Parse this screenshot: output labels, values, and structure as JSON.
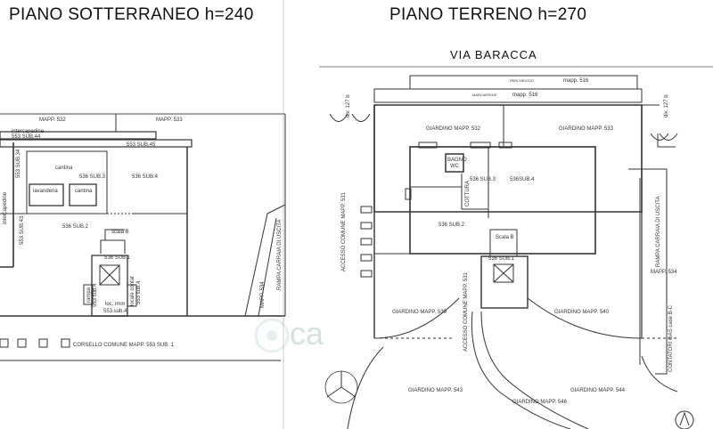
{
  "titles": {
    "basement": "PIANO SOTTERRANEO h=240",
    "ground": "PIANO TERRENO h=270"
  },
  "street": "VIA BARACCA",
  "basement_labels": {
    "mapp532": "MAPP. 532",
    "mapp533": "MAPP. 533",
    "intercapedine": "intercapedine",
    "sub44": "553 SUB.44",
    "sub45": "553 SUB.45",
    "sub34": "553 SUB.34",
    "cantina_top": "cantina",
    "sub3": "536 SUB.3",
    "sub4": "536 SUB.4",
    "lavanderia": "lavanderia",
    "cantina_small": "cantina",
    "intercapedine_v": "intercapedine",
    "sub43": "553 SUB.43",
    "sub2": "536 SUB.2",
    "scala_b": "scala B",
    "sub1": "536 SUB.1",
    "rampa": "RAMPA CARRAIA DI USCITA",
    "mapp534": "MAPP. 534",
    "rampa_v": "rampa",
    "sub4b": "553 sub.4",
    "loc_imm": "loc. imm",
    "sub4c": "553 sub.4",
    "locale_contat": "locale contat",
    "sub4d": "553 sub.4",
    "corsello": "CORSELLO COMUNE MAPP. 553 SUB. 1"
  },
  "ground_labels": {
    "parcheggio": "PARCHEGGIO",
    "mapp516a": "mapp. 516",
    "marciapiede": "MARCIAPIEDE",
    "mapp516b": "mapp. 516",
    "div127b_left": "div. 127 b",
    "div127b_right": "div. 127 b",
    "giardino532": "GIARDINO MAPP. 532",
    "giardino533": "GIARDINO MAPP. 533",
    "bagno": "BAGNO",
    "wc": "WC",
    "sub3": "536 SUB.3",
    "sub4": "536SUB.4",
    "cottura": "COTTURA",
    "accesso531_top": "ACCESSO COMUNE MAPP. 531",
    "sub2": "536 SUB.2",
    "scala_b": "Scala B",
    "sub1": "536 SUB.1",
    "rampa": "RAMPA CARRAIA DI USCITA",
    "mapp534": "MAPP. 534",
    "giardino539": "GIARDINO MAPP. 539",
    "accesso531_bottom": "ACCESSO COMUNE MAPP. 531",
    "giardino540": "GIARDINO MAPP. 540",
    "contatori": "CONTATORI GAS case B-C",
    "giardino543": "GIARDINO MAPP. 543",
    "giardino546": "GIARDINO MAPP. 546",
    "giardino544": "GIARDINO MAPP. 544"
  }
}
